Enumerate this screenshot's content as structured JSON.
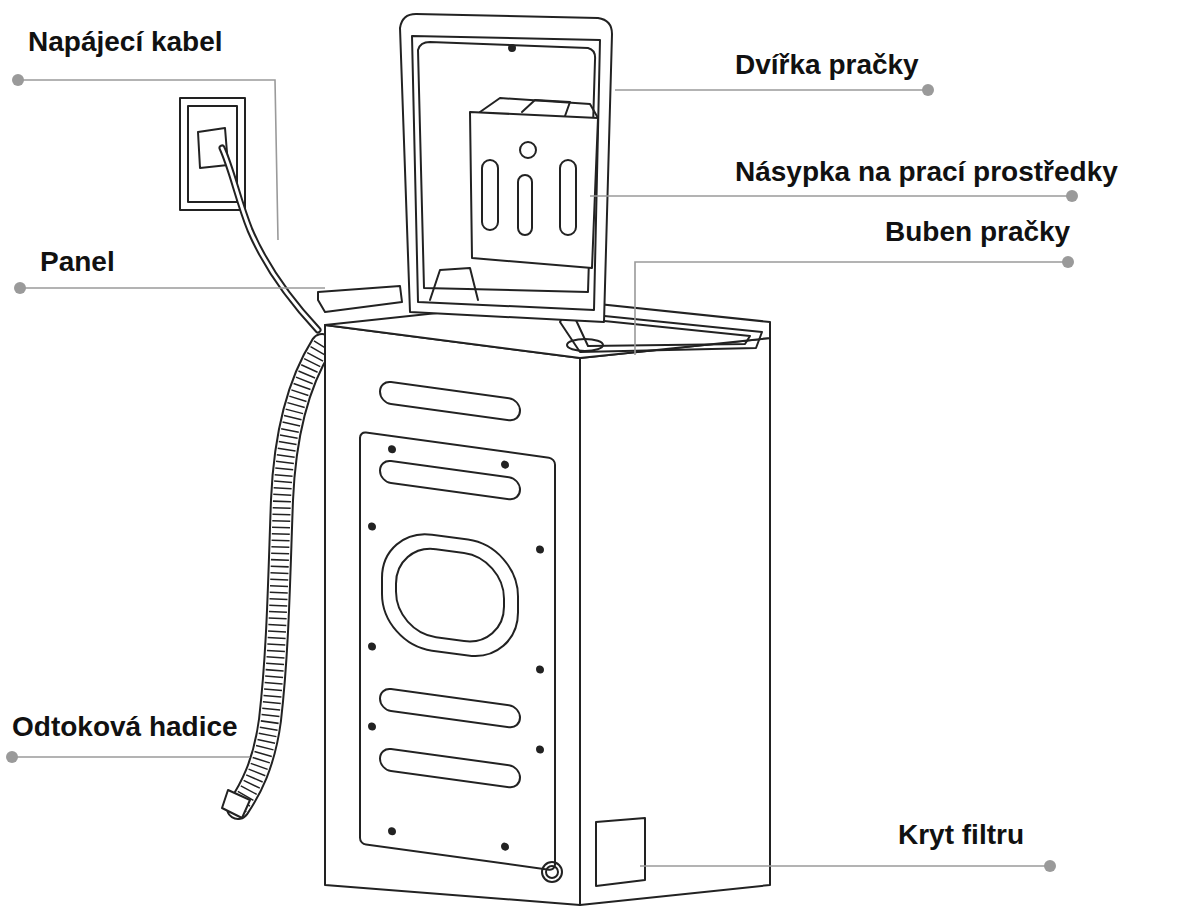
{
  "diagram": {
    "labels": [
      "Napájecí kabel",
      "Dvířka pračky",
      "Násypka na prací prostředky",
      "Panel",
      "Buben pračky",
      "Odtoková hadice",
      "Kryt filtru"
    ]
  }
}
